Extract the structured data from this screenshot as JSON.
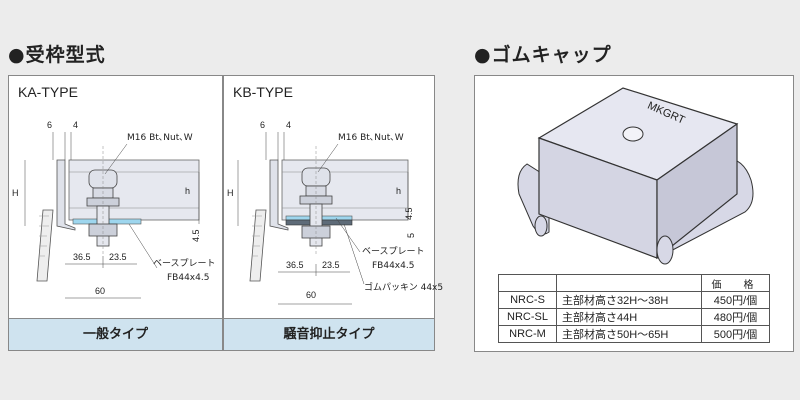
{
  "left_title": "●受枠型式",
  "right_title": "●ゴムキャップ",
  "panels": {
    "ka": {
      "type": "KA-TYPE",
      "caption": "一般タイプ",
      "dims": {
        "d6": "6",
        "d4": "4",
        "H": "H",
        "h": "h",
        "d45": "4.5",
        "d365": "36.5",
        "d235": "23.5",
        "d60": "60"
      },
      "labels": {
        "bolt": "M16 Bt､Nut､W",
        "base1": "ベースプレート",
        "base2": "FB44x4.5"
      }
    },
    "kb": {
      "type": "KB-TYPE",
      "caption": "騒音抑止タイプ",
      "dims": {
        "d6": "6",
        "d4": "4",
        "H": "H",
        "h": "h",
        "d45": "4.5",
        "d5": "5",
        "d365": "36.5",
        "d235": "23.5",
        "d60": "60"
      },
      "labels": {
        "bolt": "M16 Bt､Nut､W",
        "base1": "ベースプレート",
        "base2": "FB44x4.5",
        "rubber": "ゴムパッキン 44x5"
      }
    }
  },
  "cap_label": "MKGRT",
  "price_table": {
    "header": {
      "code": "",
      "desc": "",
      "price": "価　格"
    },
    "rows": [
      {
        "code": "NRC-S",
        "desc": "主部材高さ32H～38H",
        "price": "450円/個"
      },
      {
        "code": "NRC-SL",
        "desc": "主部材高さ44H",
        "price": "480円/個"
      },
      {
        "code": "NRC-M",
        "desc": "主部材高さ50H～65H",
        "price": "500円/個"
      }
    ]
  },
  "colors": {
    "caption_bg": "#cfe3ef",
    "metal": "#dde0ea",
    "cap": "#e2e3ef",
    "cap_dark": "#c9cad8"
  }
}
